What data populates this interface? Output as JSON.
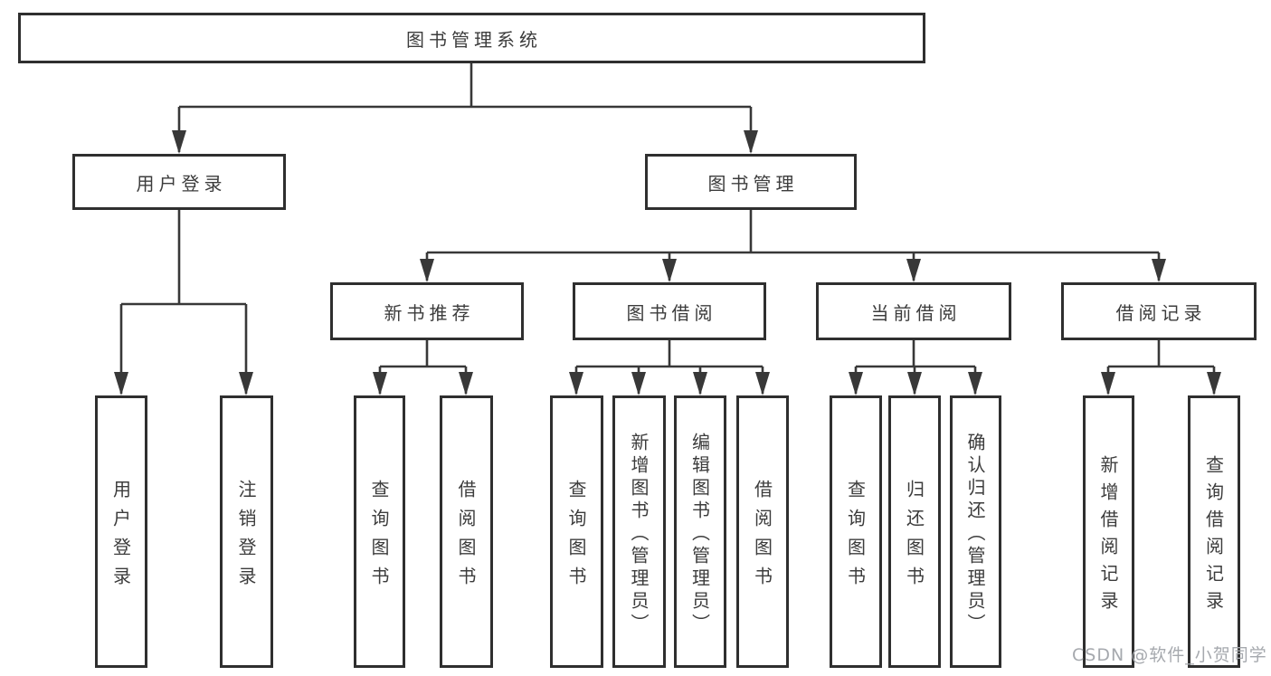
{
  "diagram": {
    "title": "图书管理系统",
    "type": "functional-structure-tree",
    "tree": {
      "root": {
        "label": "图书管理系统",
        "children": [
          {
            "label": "用户登录",
            "children": [
              {
                "label": "用户登录"
              },
              {
                "label": "注销登录"
              }
            ]
          },
          {
            "label": "图书管理",
            "children": [
              {
                "label": "新书推荐",
                "children": [
                  {
                    "label": "查询图书"
                  },
                  {
                    "label": "借阅图书"
                  }
                ]
              },
              {
                "label": "图书借阅",
                "children": [
                  {
                    "label": "查询图书"
                  },
                  {
                    "label": "新增图书（管理员）"
                  },
                  {
                    "label": "编辑图书（管理员）"
                  },
                  {
                    "label": "借阅图书"
                  }
                ]
              },
              {
                "label": "当前借阅",
                "children": [
                  {
                    "label": "查询图书"
                  },
                  {
                    "label": "归还图书"
                  },
                  {
                    "label": "确认归还（管理员）"
                  }
                ]
              },
              {
                "label": "借阅记录",
                "children": [
                  {
                    "label": "新增借阅记录"
                  },
                  {
                    "label": "查询借阅记录"
                  }
                ]
              }
            ]
          }
        ]
      }
    },
    "colors": {
      "box_border": "#2f2f2f",
      "connector_line": "#383838",
      "text": "#3c3c3c",
      "watermark_text": "#a6a9ae",
      "background": "#ffffff"
    },
    "watermark": "CSDN @软件_小贺同学"
  }
}
